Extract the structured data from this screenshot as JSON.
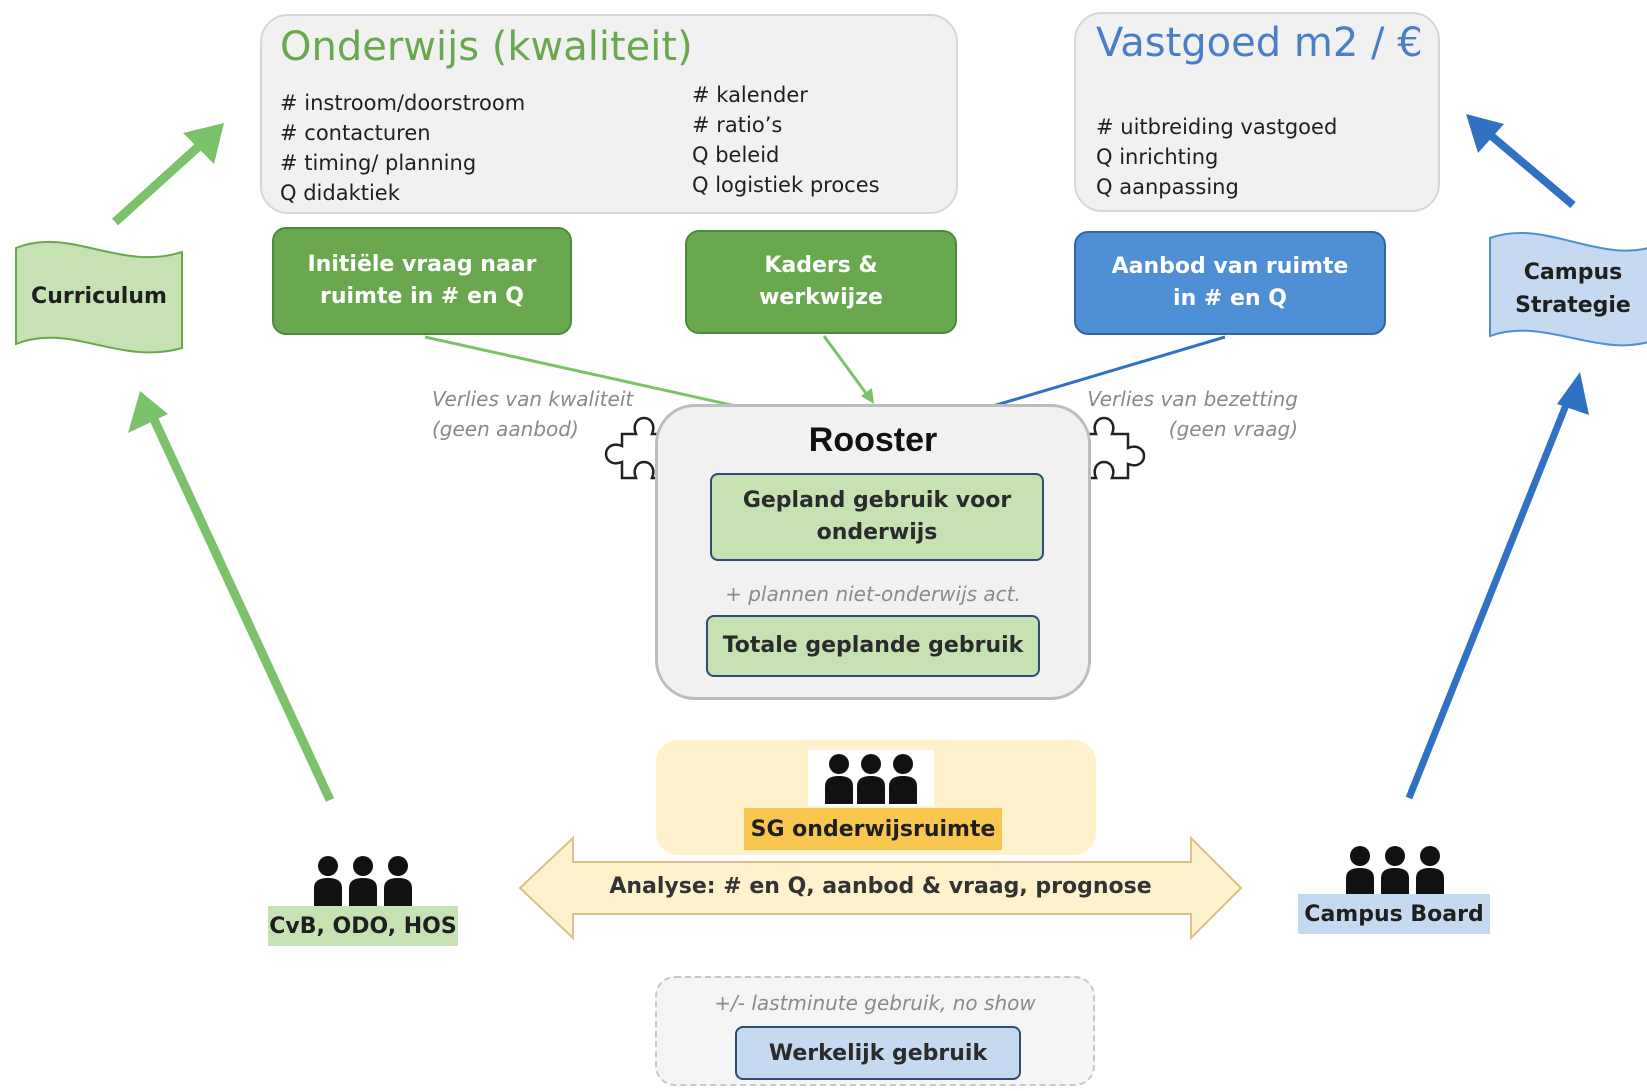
{
  "onderwijs": {
    "title": "Onderwijs (kwaliteit)",
    "items_left": [
      "# instroom/doorstroom",
      "# contacturen",
      "# timing/ planning",
      "Q didaktiek"
    ],
    "items_right": [
      "# kalender",
      "# ratio’s",
      "Q beleid",
      "Q logistiek proces"
    ]
  },
  "vastgoed": {
    "title": "Vastgoed m2 / €",
    "items": [
      "# uitbreiding vastgoed",
      "Q inrichting",
      "Q aanpassing"
    ]
  },
  "boxes": {
    "initiele_vraag": [
      "Initiële vraag naar",
      "ruimte in #  en Q"
    ],
    "kaders": [
      "Kaders &",
      "werkwijze"
    ],
    "aanbod": [
      "Aanbod van ruimte",
      "in # en Q"
    ]
  },
  "banners": {
    "curriculum": "Curriculum",
    "campus_strategie": [
      "Campus",
      "Strategie"
    ]
  },
  "rooster": {
    "title": "Rooster",
    "gepland": [
      "Gepland gebruik voor",
      "onderwijs"
    ],
    "plus_note": "+ plannen niet-onderwijs act.",
    "totale": "Totale geplande gebruik"
  },
  "notes": {
    "verlies_kwaliteit": [
      "Verlies van kwaliteit",
      "(geen aanbod)"
    ],
    "verlies_bezetting": [
      "Verlies van bezetting",
      "(geen vraag)"
    ]
  },
  "sg": {
    "label": "SG onderwijsruimte",
    "analyse": "Analyse: # en Q, aanbod & vraag,  prognose"
  },
  "groups": {
    "cvb": "CvB, ODO, HOS",
    "campus_board": "Campus Board"
  },
  "werkelijk": {
    "note": "+/-  lastminute gebruik, no show",
    "label": "Werkelijk gebruik"
  },
  "colors": {
    "green": "#6aa84f",
    "light_green": "#c6e2b3",
    "blue": "#4f8fd6",
    "light_blue": "#c5d9f1",
    "yellow": "#f9c74f",
    "light_yellow": "#fdf2cc"
  }
}
